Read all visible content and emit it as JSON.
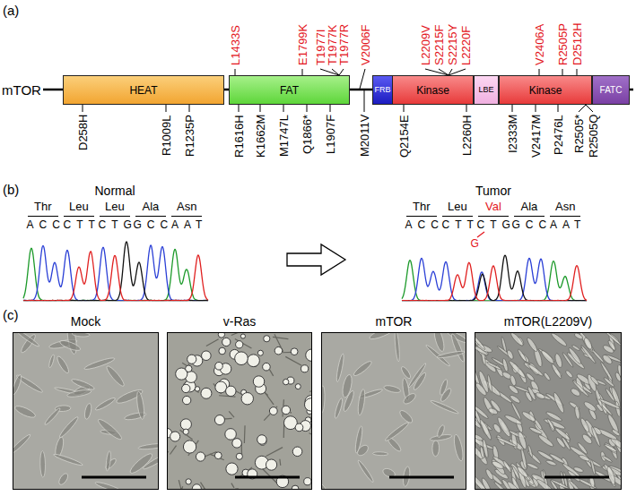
{
  "diagram": {
    "nodes": [
      {
        "text": [
          "HEAT"
        ]
      },
      {
        "text": [
          "FAT"
        ]
      },
      {
        "text": [
          "FRB"
        ]
      },
      {
        "text": [
          "Kinase"
        ]
      },
      {
        "text": [
          "LBE"
        ]
      },
      {
        "text": [
          "Kinase"
        ]
      },
      {
        "text": [
          "FATC"
        ]
      },
      {
        "text": [
          "Mock"
        ]
      },
      {
        "text": [
          "v-Ras"
        ]
      },
      {
        "text": [
          "mTOR"
        ]
      },
      {
        "text": [
          "mTOR(L2209V)"
        ]
      }
    ],
    "labels": [
      "(a)",
      "mTOR",
      "L1433S",
      "E1799K",
      "T1977I",
      "T1977K",
      "T1977R",
      "V2006F",
      "L2209V",
      "S2215F",
      "S2215Y",
      "L2220F",
      "V2406A",
      "R2505P",
      "D2512H",
      "D258H",
      "R1009L",
      "R1235P",
      "R1616H",
      "K1662M",
      "M1747L",
      "Q1866*",
      "L1907F",
      "M2011V",
      "Q2154E",
      "L2260H",
      "I2333M",
      "V2417M",
      "P2476L",
      "R2505*",
      "R2505Q",
      "(b)",
      "Normal",
      "Thr",
      "Leu",
      "Leu",
      "Ala",
      "Asn",
      "ACC",
      "CTT",
      "CTG",
      "GCC",
      "AAT",
      "Tumor",
      "Thr",
      "Leu",
      "Val",
      "Ala",
      "Asn",
      "ACC",
      "CTT",
      "CTG",
      "GCC",
      "AAT",
      "G",
      "(c)"
    ]
  }
}
